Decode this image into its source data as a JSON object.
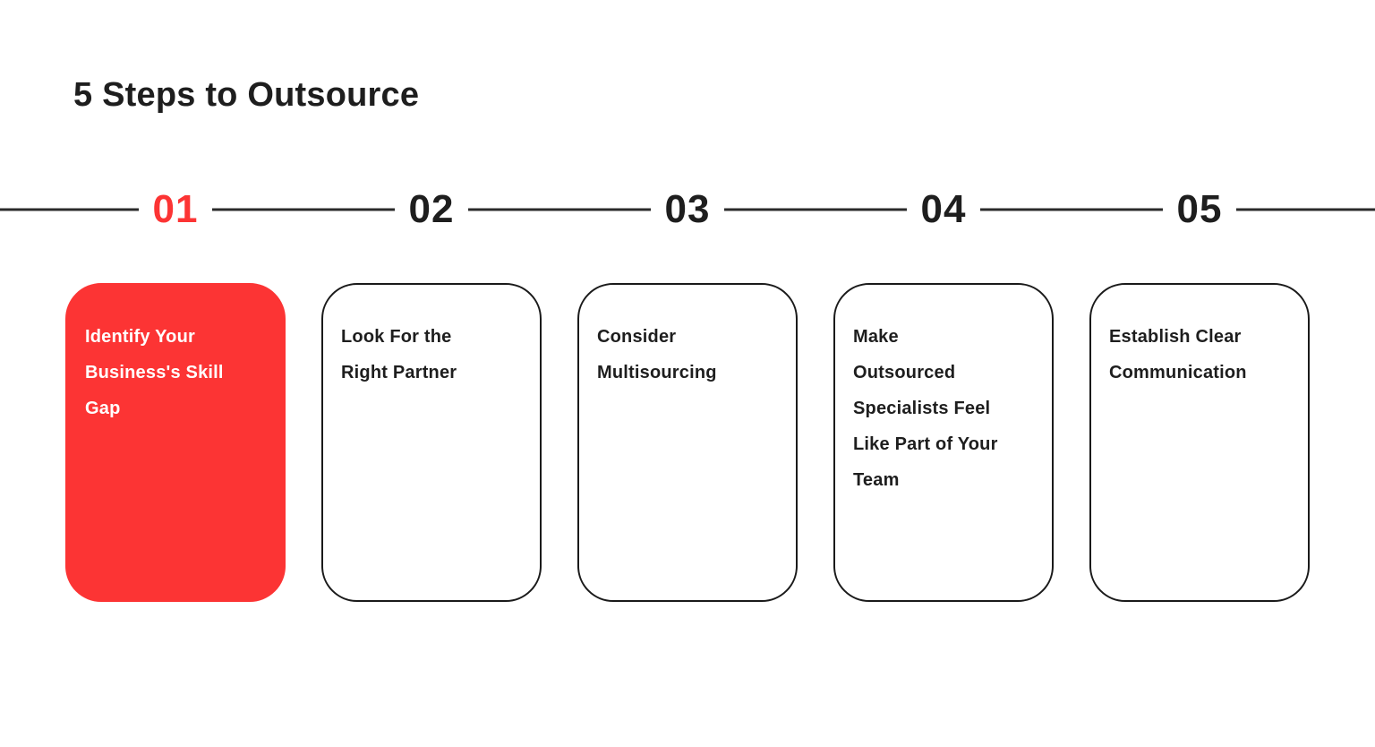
{
  "page": {
    "background": "#ffffff",
    "accent_color": "#fc3434",
    "ink_color": "#1e1e1e"
  },
  "title": "5 Steps to Outsource",
  "steps": [
    {
      "number": "01",
      "label": "Identify Your\nBusiness's Skill\nGap",
      "highlighted": true
    },
    {
      "number": "02",
      "label": "Look For the\nRight Partner",
      "highlighted": false
    },
    {
      "number": "03",
      "label": "Consider\nMultisourcing",
      "highlighted": false
    },
    {
      "number": "04",
      "label": "Make\nOutsourced\nSpecialists Feel\nLike Part of Your\nTeam",
      "highlighted": false
    },
    {
      "number": "05",
      "label": "Establish Clear\nCommunication",
      "highlighted": false
    }
  ]
}
